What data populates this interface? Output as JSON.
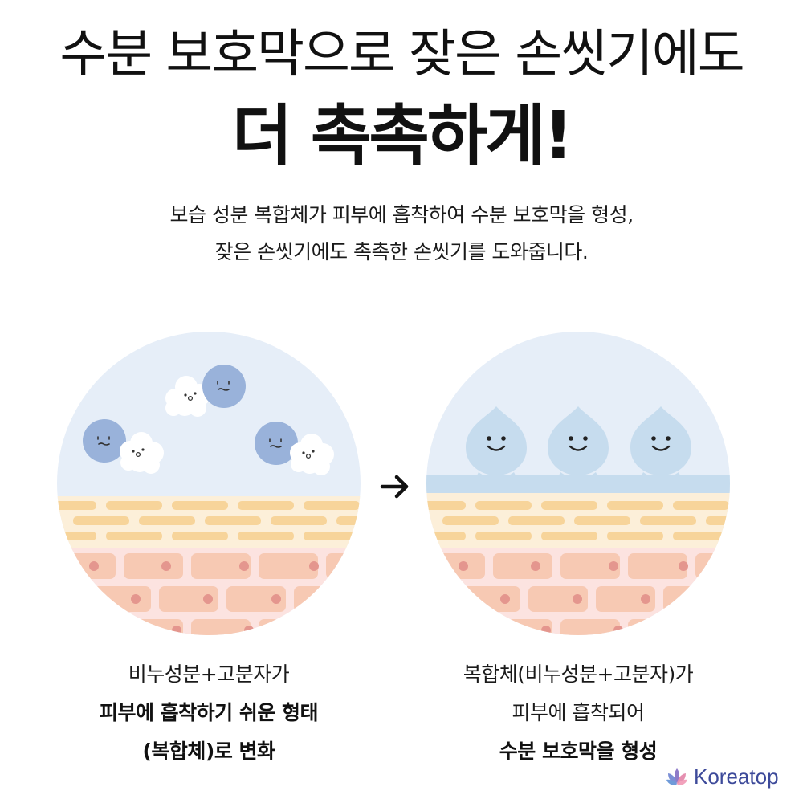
{
  "title": {
    "line1": "수분 보호막으로 잦은 손씻기에도",
    "line2": "더 촉촉하게!"
  },
  "description": {
    "line1": "보습 성분 복합체가 피부에 흡착하여 수분 보호막을 형성,",
    "line2": "잦은 손씻기에도 촉촉한 손씻기를 도와줍니다."
  },
  "left_panel": {
    "caption_line1": "비누성분+고분자가",
    "caption_line2": "피부에 흡착하기 쉬운 형태",
    "caption_line3": "(복합체)로 변화"
  },
  "right_panel": {
    "caption_line1": "복합체(비누성분+고분자)가",
    "caption_line2": "피부에 흡착되어",
    "caption_line3": "수분 보호막을 형성"
  },
  "arrow_icon": "arrow-right-icon",
  "brand": {
    "name": "Koreatop",
    "logo_icon": "lotus-icon"
  },
  "colors": {
    "sky": "#E6EEF8",
    "skin_top": "#FCEFD9",
    "skin_top_brick": "#F7D49A",
    "skin_bottom": "#FCE3E0",
    "skin_bottom_brick": "#F7C9B3",
    "cell_dot": "#E4968E",
    "blue_ball": "#99B2DA",
    "water_drop": "#C6DCEE",
    "brand_text": "#3D4A9A"
  }
}
